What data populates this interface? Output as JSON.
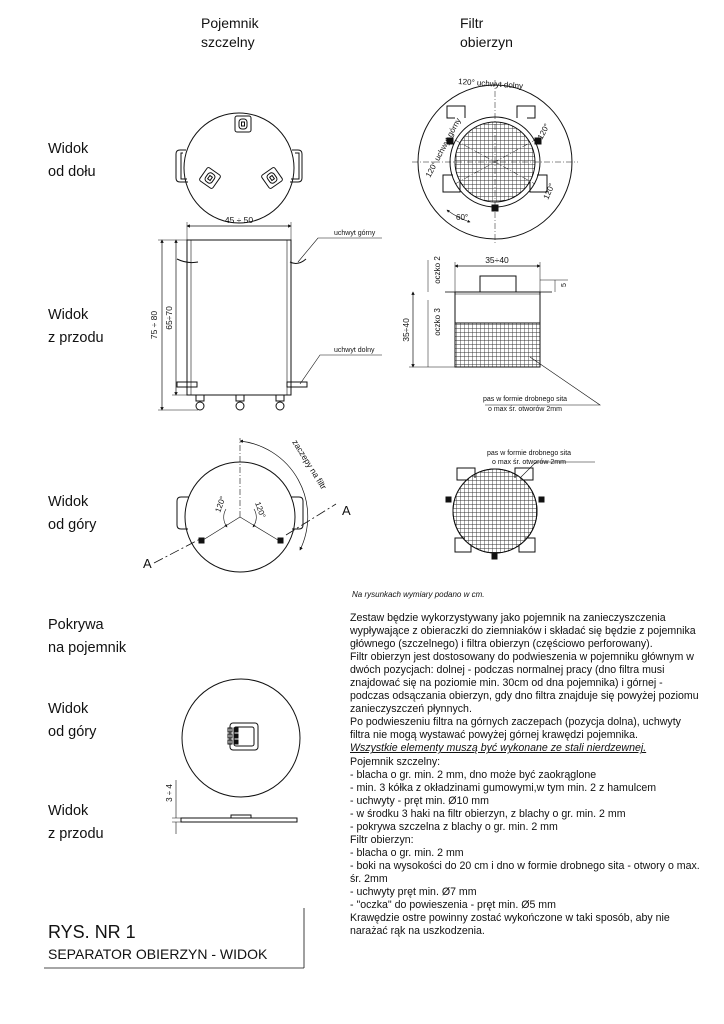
{
  "columns": {
    "col1": [
      "Pojemnik",
      "szczelny"
    ],
    "col2": [
      "Filtr",
      "obierzyn"
    ]
  },
  "views": {
    "bottom": [
      "Widok",
      "od dołu"
    ],
    "front": [
      "Widok",
      "z przodu"
    ],
    "top": [
      "Widok",
      "od góry"
    ],
    "lid": [
      "Pokrywa",
      "na pojemnik"
    ],
    "lid_top": [
      "Widok",
      "od góry"
    ],
    "lid_front": [
      "Widok",
      "z przodu"
    ]
  },
  "dimensions": {
    "container_width": "45 ÷ 50",
    "container_height_total": "75 ÷ 80",
    "container_height_body": "65÷70",
    "handle_top": "uchwyt górny",
    "handle_bottom": "uchwyt dolny",
    "filter_width": "35÷40",
    "filter_height": "35÷40",
    "filter_hole2": "oczko 2",
    "filter_hole3": "oczko 3",
    "filter_side": "5",
    "sieve_band": "pas w formie drobnego sita",
    "sieve_holes": "o max śr. otworów 2mm",
    "angle_bottom_handle": "120° uchwyt dolny",
    "angle_top_handle": "120° uchwyt górny",
    "angle_120": "120°",
    "angle_60": "60°",
    "hooks": "zaczepy na filtr",
    "section_a": "A",
    "lid_height": "3 ÷ 4"
  },
  "note": "Na rysunkach wymiary podano w cm.",
  "description": [
    "Zestaw będzie wykorzystywany jako pojemnik na zanieczyszczenia wypływające z obieraczki do ziemniaków i składać się będzie z pojemnika głównego (szczelnego) i filtra obierzyn (częściowo perforowany).",
    "Filtr obierzyn jest dostosowany do podwieszenia w pojemniku głównym w dwóch pozycjach: dolnej - podczas normalnej pracy (dno filtra musi znajdować się na poziomie min. 30cm od dna pojemnika) i górnej - podczas odsączania obierzyn, gdy dno filtra znajduje się powyżej poziomu zanieczyszczeń płynnych.",
    "Po podwieszeniu filtra na górnych zaczepach (pozycja dolna), uchwyty filtra nie mogą wystawać powyżej górnej krawędzi pojemnika."
  ],
  "emphasis": "Wszystkie elementy muszą być wykonane ze stali nierdzewnej.",
  "specs": [
    "Pojemnik szczelny:",
    "- blacha o gr. min. 2 mm, dno może być zaokrąglone",
    "- min. 3 kółka z okładzinami gumowymi,w tym min. 2 z hamulcem",
    "- uchwyty - pręt min. Ø10 mm",
    "- w środku 3 haki na filtr obierzyn, z blachy o gr. min.  2 mm",
    "- pokrywa szczelna z blachy o gr. min. 2 mm",
    "Filtr obierzyn:",
    "- blacha o gr. min. 2 mm",
    "- boki na wysokości do 20 cm i dno w formie drobnego sita - otwory o max. śr. 2mm",
    "- uchwyty pręt min. Ø7 mm",
    "- \"oczka\" do powieszenia - pręt min. Ø5 mm",
    "Krawędzie ostre powinny zostać wykończone w taki sposób, aby nie narażać rąk na uszkodzenia."
  ],
  "title": {
    "number": "RYS. NR 1",
    "subtitle": "SEPARATOR OBIERZYN - WIDOK"
  }
}
